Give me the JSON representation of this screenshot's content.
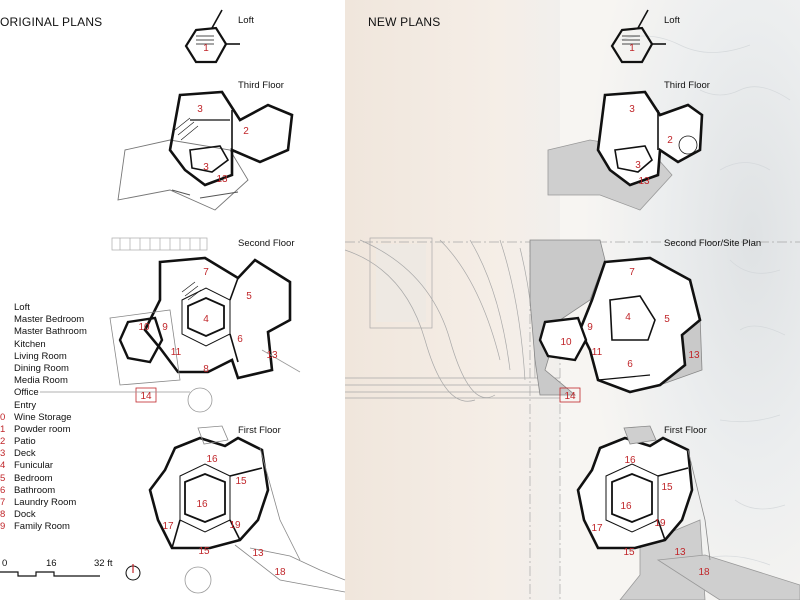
{
  "headers": {
    "original": "ORIGINAL PLANS",
    "new": "NEW PLANS"
  },
  "floor_labels": {
    "orig_loft": "Loft",
    "orig_third": "Third Floor",
    "orig_second": "Second Floor",
    "orig_first": "First Floor",
    "new_loft": "Loft",
    "new_third": "Third Floor",
    "new_second": "Second Floor/Site Plan",
    "new_first": "First Floor"
  },
  "legend": [
    {
      "num": "",
      "label": "Loft"
    },
    {
      "num": "",
      "label": "Master Bedroom"
    },
    {
      "num": "",
      "label": "Master Bathroom"
    },
    {
      "num": "",
      "label": "Kitchen"
    },
    {
      "num": "",
      "label": "Living Room"
    },
    {
      "num": "",
      "label": "Dining Room"
    },
    {
      "num": "",
      "label": "Media Room"
    },
    {
      "num": "",
      "label": "Office"
    },
    {
      "num": "",
      "label": "Entry"
    },
    {
      "num": "0",
      "label": "Wine Storage"
    },
    {
      "num": "1",
      "label": "Powder room"
    },
    {
      "num": "2",
      "label": "Patio"
    },
    {
      "num": "3",
      "label": "Deck"
    },
    {
      "num": "4",
      "label": "Funicular"
    },
    {
      "num": "5",
      "label": "Bedroom"
    },
    {
      "num": "6",
      "label": "Bathroom"
    },
    {
      "num": "7",
      "label": "Laundry Room"
    },
    {
      "num": "8",
      "label": "Dock"
    },
    {
      "num": "9",
      "label": "Family Room"
    }
  ],
  "scale": {
    "t0": "0",
    "t16": "16",
    "t32": "32 ft"
  },
  "colors": {
    "room_number": "#c0262a",
    "wall": "#111111",
    "site_line": "#9a9a9a",
    "shade": "#c9c9c9"
  },
  "room_numbers": {
    "orig": [
      "1",
      "3",
      "2",
      "3",
      "13",
      "7",
      "5",
      "4",
      "10",
      "9",
      "11",
      "6",
      "13",
      "8",
      "14",
      "16",
      "15",
      "16",
      "17",
      "19",
      "15",
      "13",
      "18"
    ],
    "new": [
      "1",
      "3",
      "2",
      "3",
      "13",
      "7",
      "5",
      "4",
      "9",
      "10",
      "11",
      "6",
      "13",
      "14",
      "16",
      "15",
      "16",
      "17",
      "19",
      "15",
      "13",
      "18"
    ]
  }
}
